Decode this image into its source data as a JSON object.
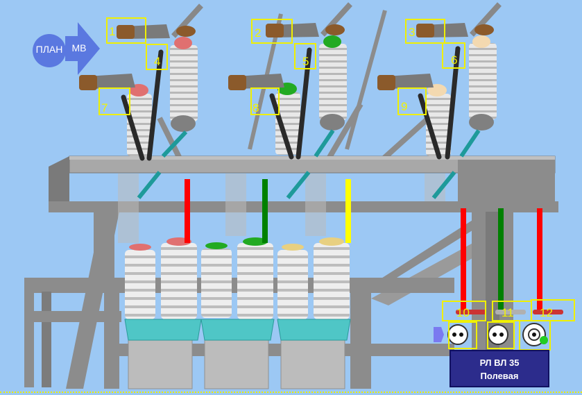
{
  "navigation": {
    "plan_label": "ПЛАН",
    "mv_label": "МВ"
  },
  "hotspots": [
    {
      "id": "1",
      "kind": "drive-handle"
    },
    {
      "id": "2",
      "kind": "drive-handle"
    },
    {
      "id": "3",
      "kind": "drive-handle"
    },
    {
      "id": "4",
      "kind": "linkage"
    },
    {
      "id": "5",
      "kind": "linkage"
    },
    {
      "id": "6",
      "kind": "linkage"
    },
    {
      "id": "7",
      "kind": "linkage"
    },
    {
      "id": "8",
      "kind": "linkage"
    },
    {
      "id": "9",
      "kind": "linkage"
    },
    {
      "id": "10",
      "kind": "drive-lever"
    },
    {
      "id": "11",
      "kind": "drive-lever"
    },
    {
      "id": "12",
      "kind": "drive-lever"
    },
    {
      "id": "13",
      "kind": "socket"
    },
    {
      "id": "14",
      "kind": "socket"
    },
    {
      "id": "15",
      "kind": "socket"
    }
  ],
  "panel": {
    "line1": "РЛ ВЛ 35",
    "line2": "Полевая"
  },
  "colors": {
    "background": "#9cc8f4",
    "steel": "#8a8a8a",
    "phase_a": "#e8d080",
    "phase_b": "#22aa22",
    "phase_c": "#e07070",
    "bus_red": "#ff0000",
    "bus_green": "#008000",
    "bus_yellow": "#ffff00",
    "hotspot": "#f0f000",
    "panel": "#2c2c8c"
  }
}
